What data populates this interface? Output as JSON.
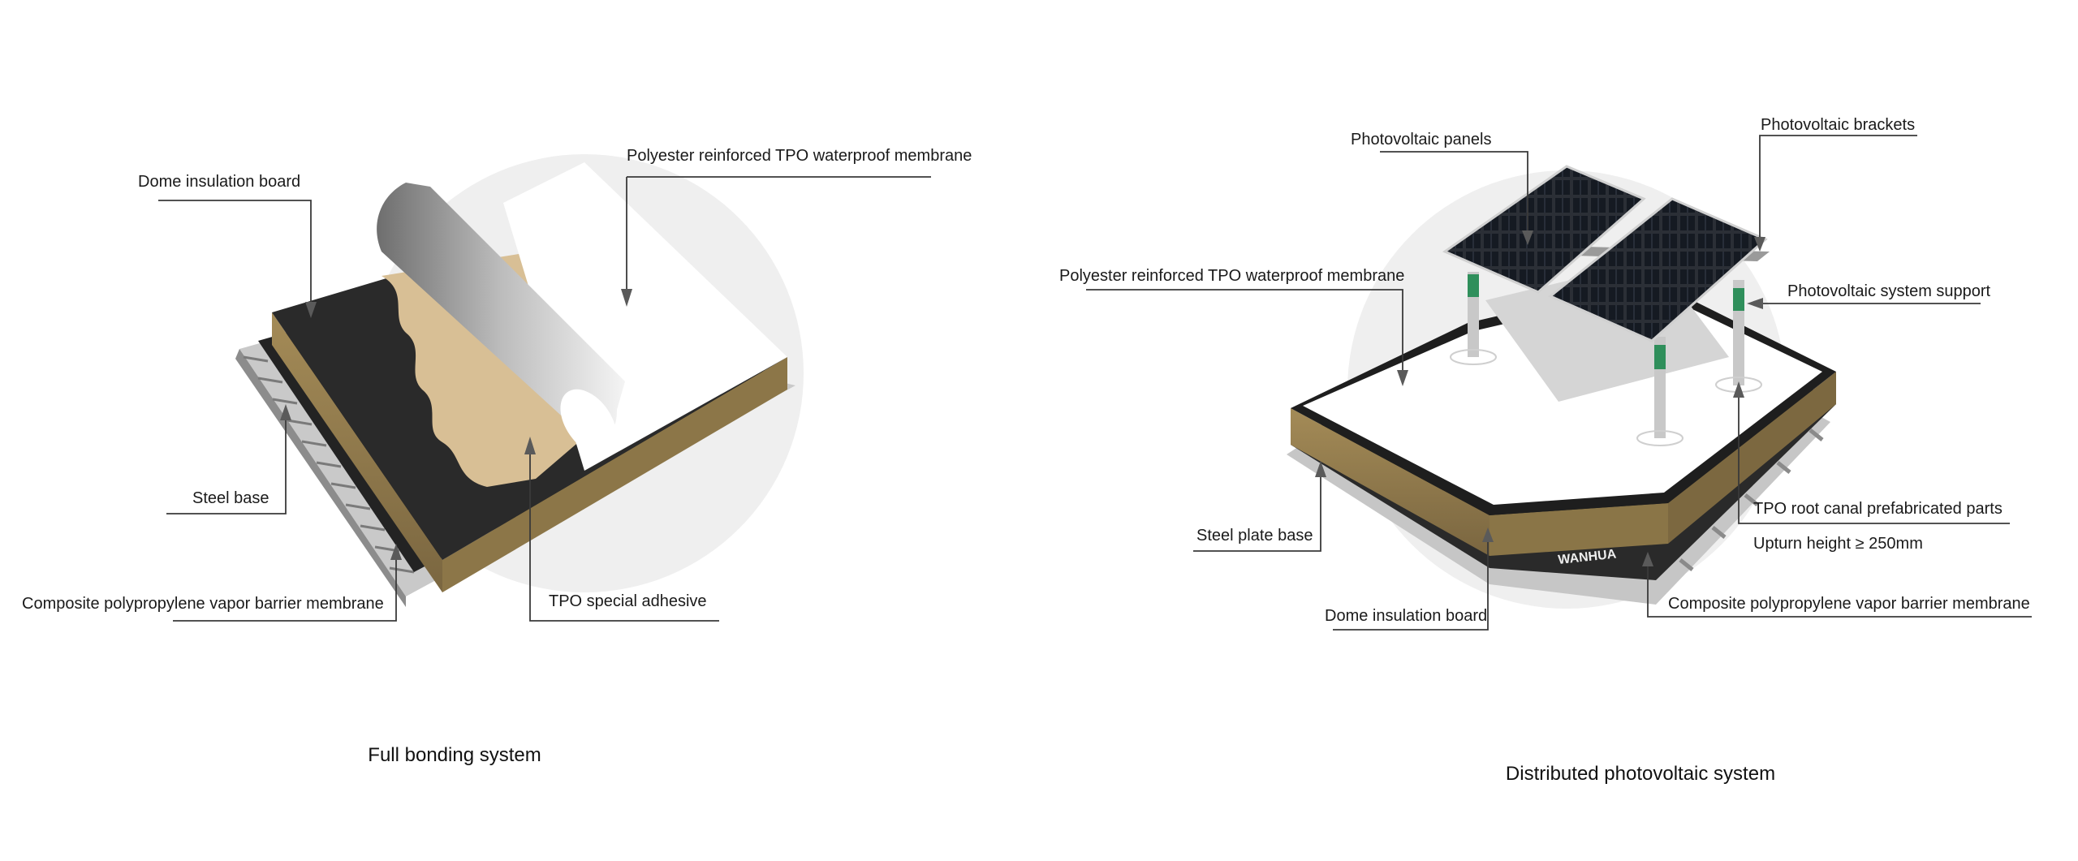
{
  "figures": [
    {
      "caption": "Full bonding system",
      "labels": {
        "dome_insulation_board": "Dome insulation board",
        "polyester_tpo_membrane": "Polyester reinforced TPO waterproof membrane",
        "steel_base": "Steel base",
        "vapor_barrier": "Composite polypropylene vapor barrier membrane",
        "tpo_adhesive": "TPO special adhesive"
      }
    },
    {
      "caption": "Distributed photovoltaic system",
      "labels": {
        "pv_panels": "Photovoltaic panels",
        "pv_brackets": "Photovoltaic brackets",
        "polyester_tpo_membrane": "Polyester reinforced TPO waterproof membrane",
        "pv_system_support": "Photovoltaic system support",
        "tpo_root_canal": "TPO root canal prefabricated parts",
        "upturn_height": "Upturn height ≥ 250mm",
        "steel_plate_base": "Steel plate base",
        "dome_insulation_board": "Dome insulation board",
        "vapor_barrier": "Composite polypropylene vapor barrier membrane"
      }
    }
  ],
  "colors": {
    "membrane_black": "#2a2a2a",
    "insulation_tan": "#8f7a4c",
    "adhesive_beige": "#d8bf95",
    "steel_grey": "#bdbdbd",
    "tpo_white": "#ffffff",
    "bracket_green": "#2f8f5b"
  }
}
